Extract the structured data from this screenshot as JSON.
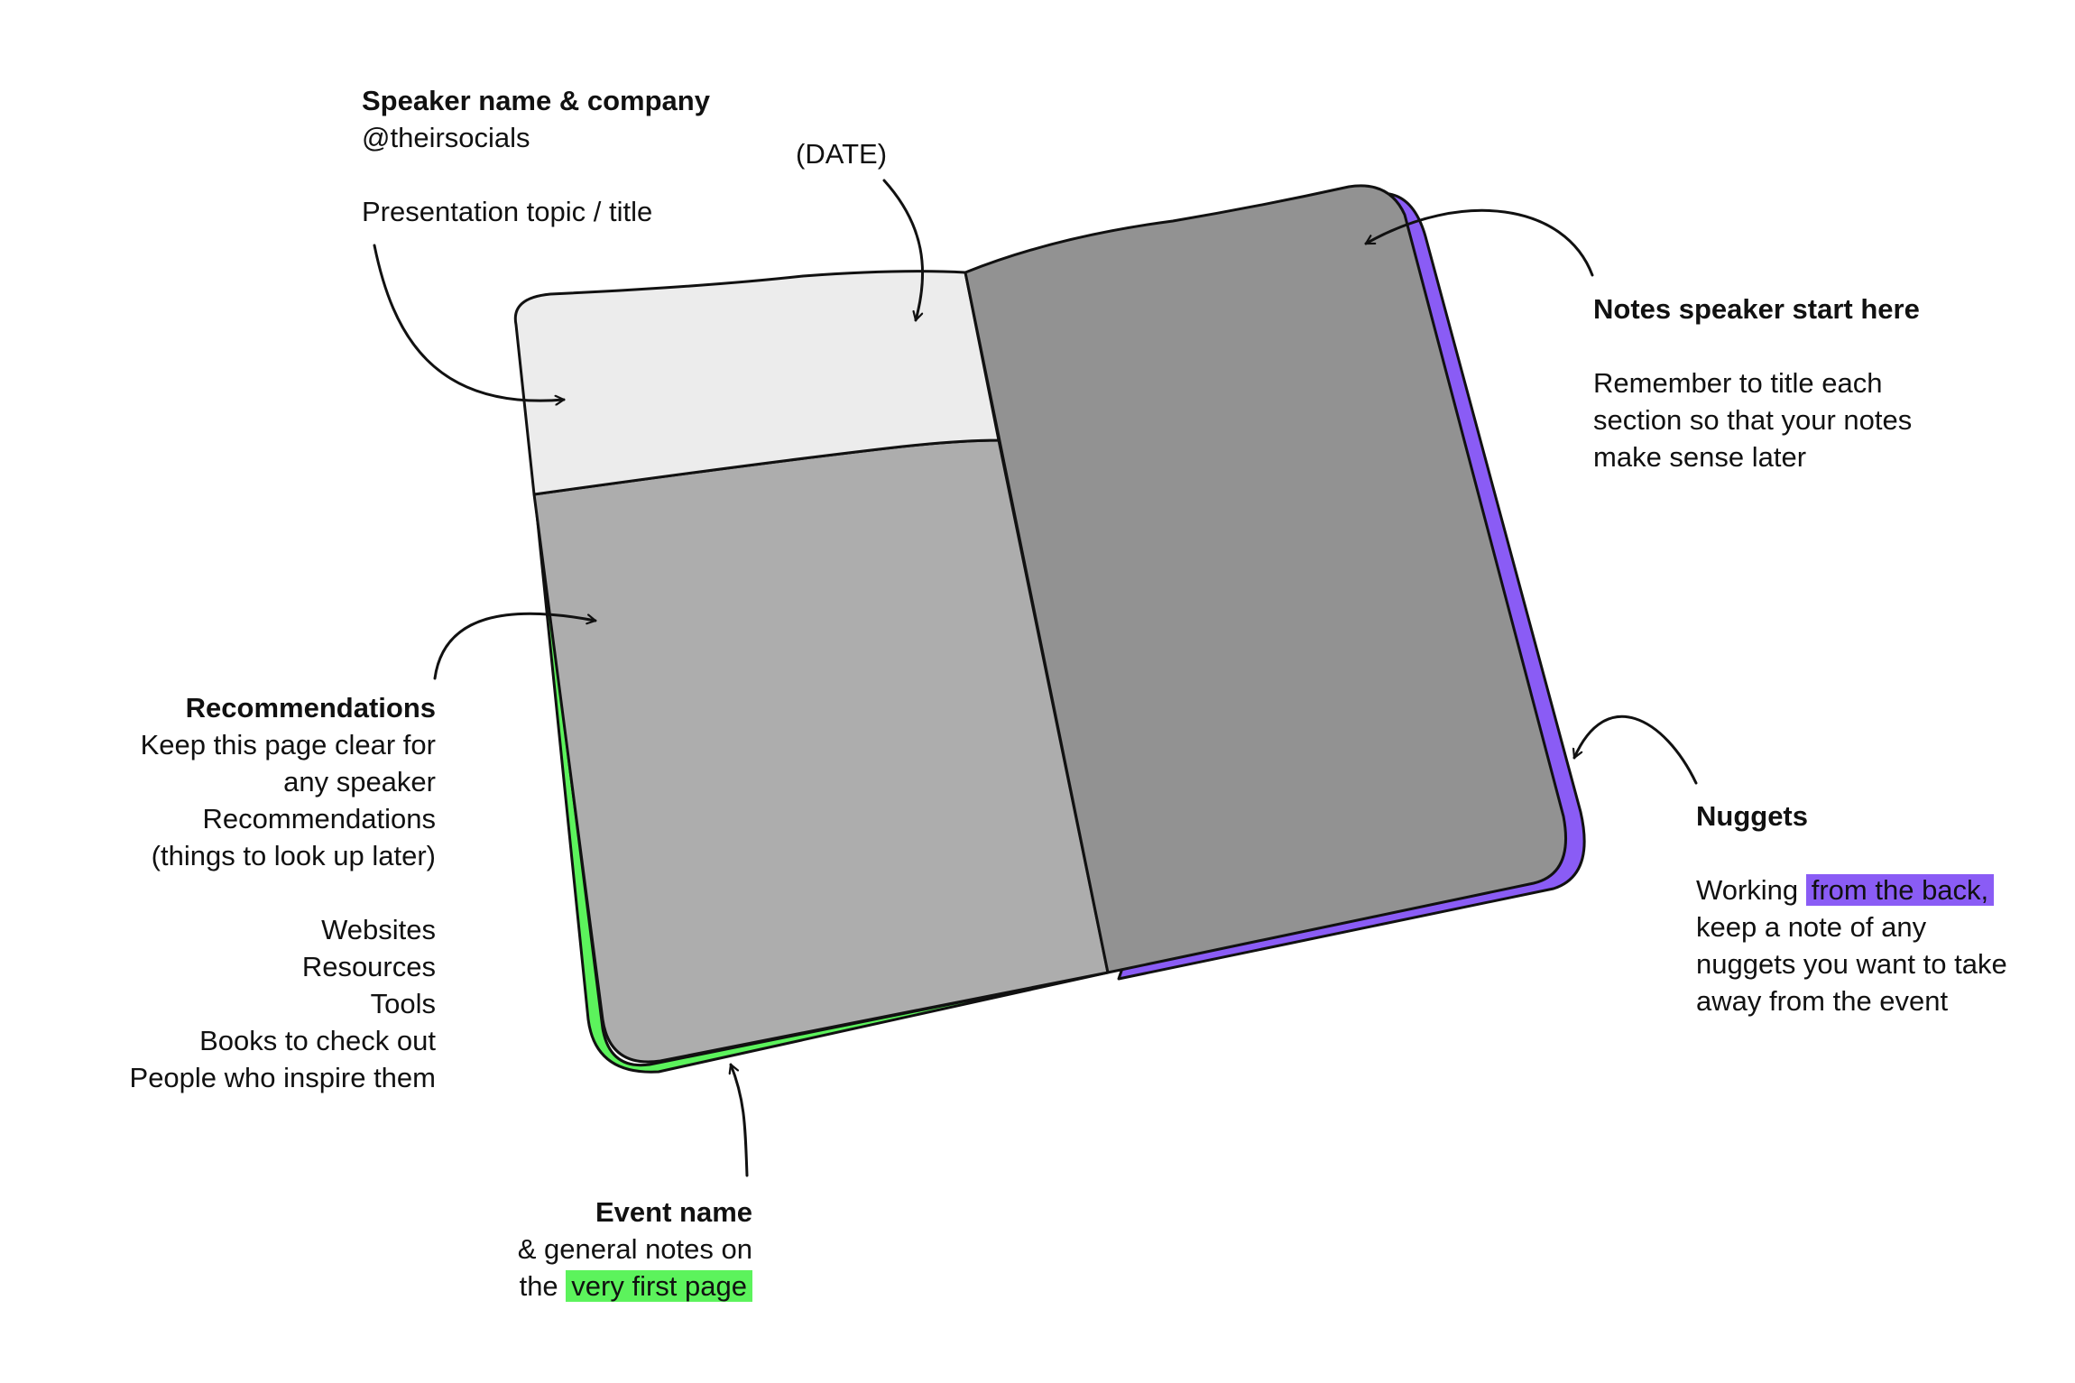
{
  "colors": {
    "front_cover": "#5cf35c",
    "back_cover": "#8a5cf5",
    "header_page": "#ececec",
    "left_page": "#adadad",
    "right_page": "#929292",
    "stroke": "#111111"
  },
  "speaker": {
    "title": "Speaker name & company",
    "social": "@theirsocials",
    "topic": "Presentation topic / title"
  },
  "date": {
    "label": "(DATE)"
  },
  "notes": {
    "title": "Notes speaker start here",
    "line1": "Remember to title each",
    "line2": "section so that your notes",
    "line3": "make sense later"
  },
  "recommendations": {
    "title": "Recommendations",
    "lines": [
      "Keep this page clear for",
      "any speaker",
      "Recommendations",
      "(things to look up later)"
    ],
    "list": [
      "Websites",
      "Resources",
      "Tools",
      "Books to check out",
      "People who inspire them"
    ]
  },
  "nuggets": {
    "title": "Nuggets",
    "line1_pre": "Working ",
    "line1_highlight": "from the back,",
    "line2": "keep a note of any",
    "line3": "nuggets you want to take",
    "line4": "away from the event"
  },
  "event": {
    "title": "Event name",
    "line1": "& general notes on",
    "line2_pre": "the ",
    "line2_highlight": "very first page"
  }
}
